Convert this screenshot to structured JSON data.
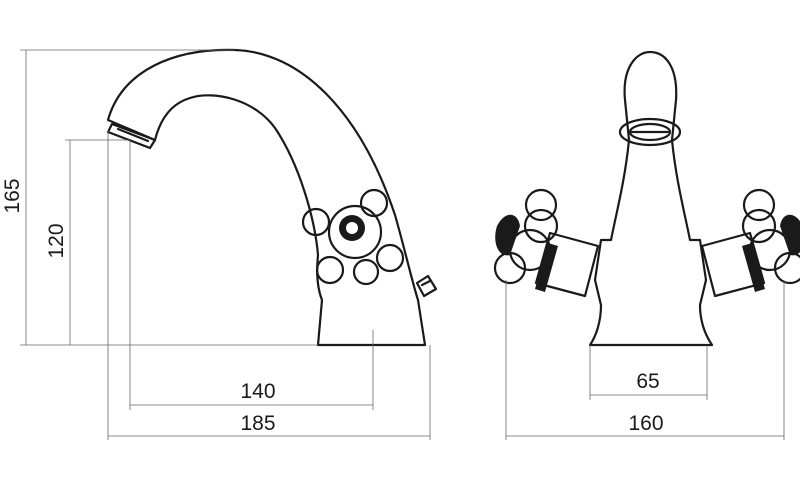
{
  "dimensions": {
    "side_height_total": "165",
    "side_height_outlet": "120",
    "side_reach": "140",
    "side_overall_length": "185",
    "front_base_width": "65",
    "front_overall_width": "160"
  }
}
